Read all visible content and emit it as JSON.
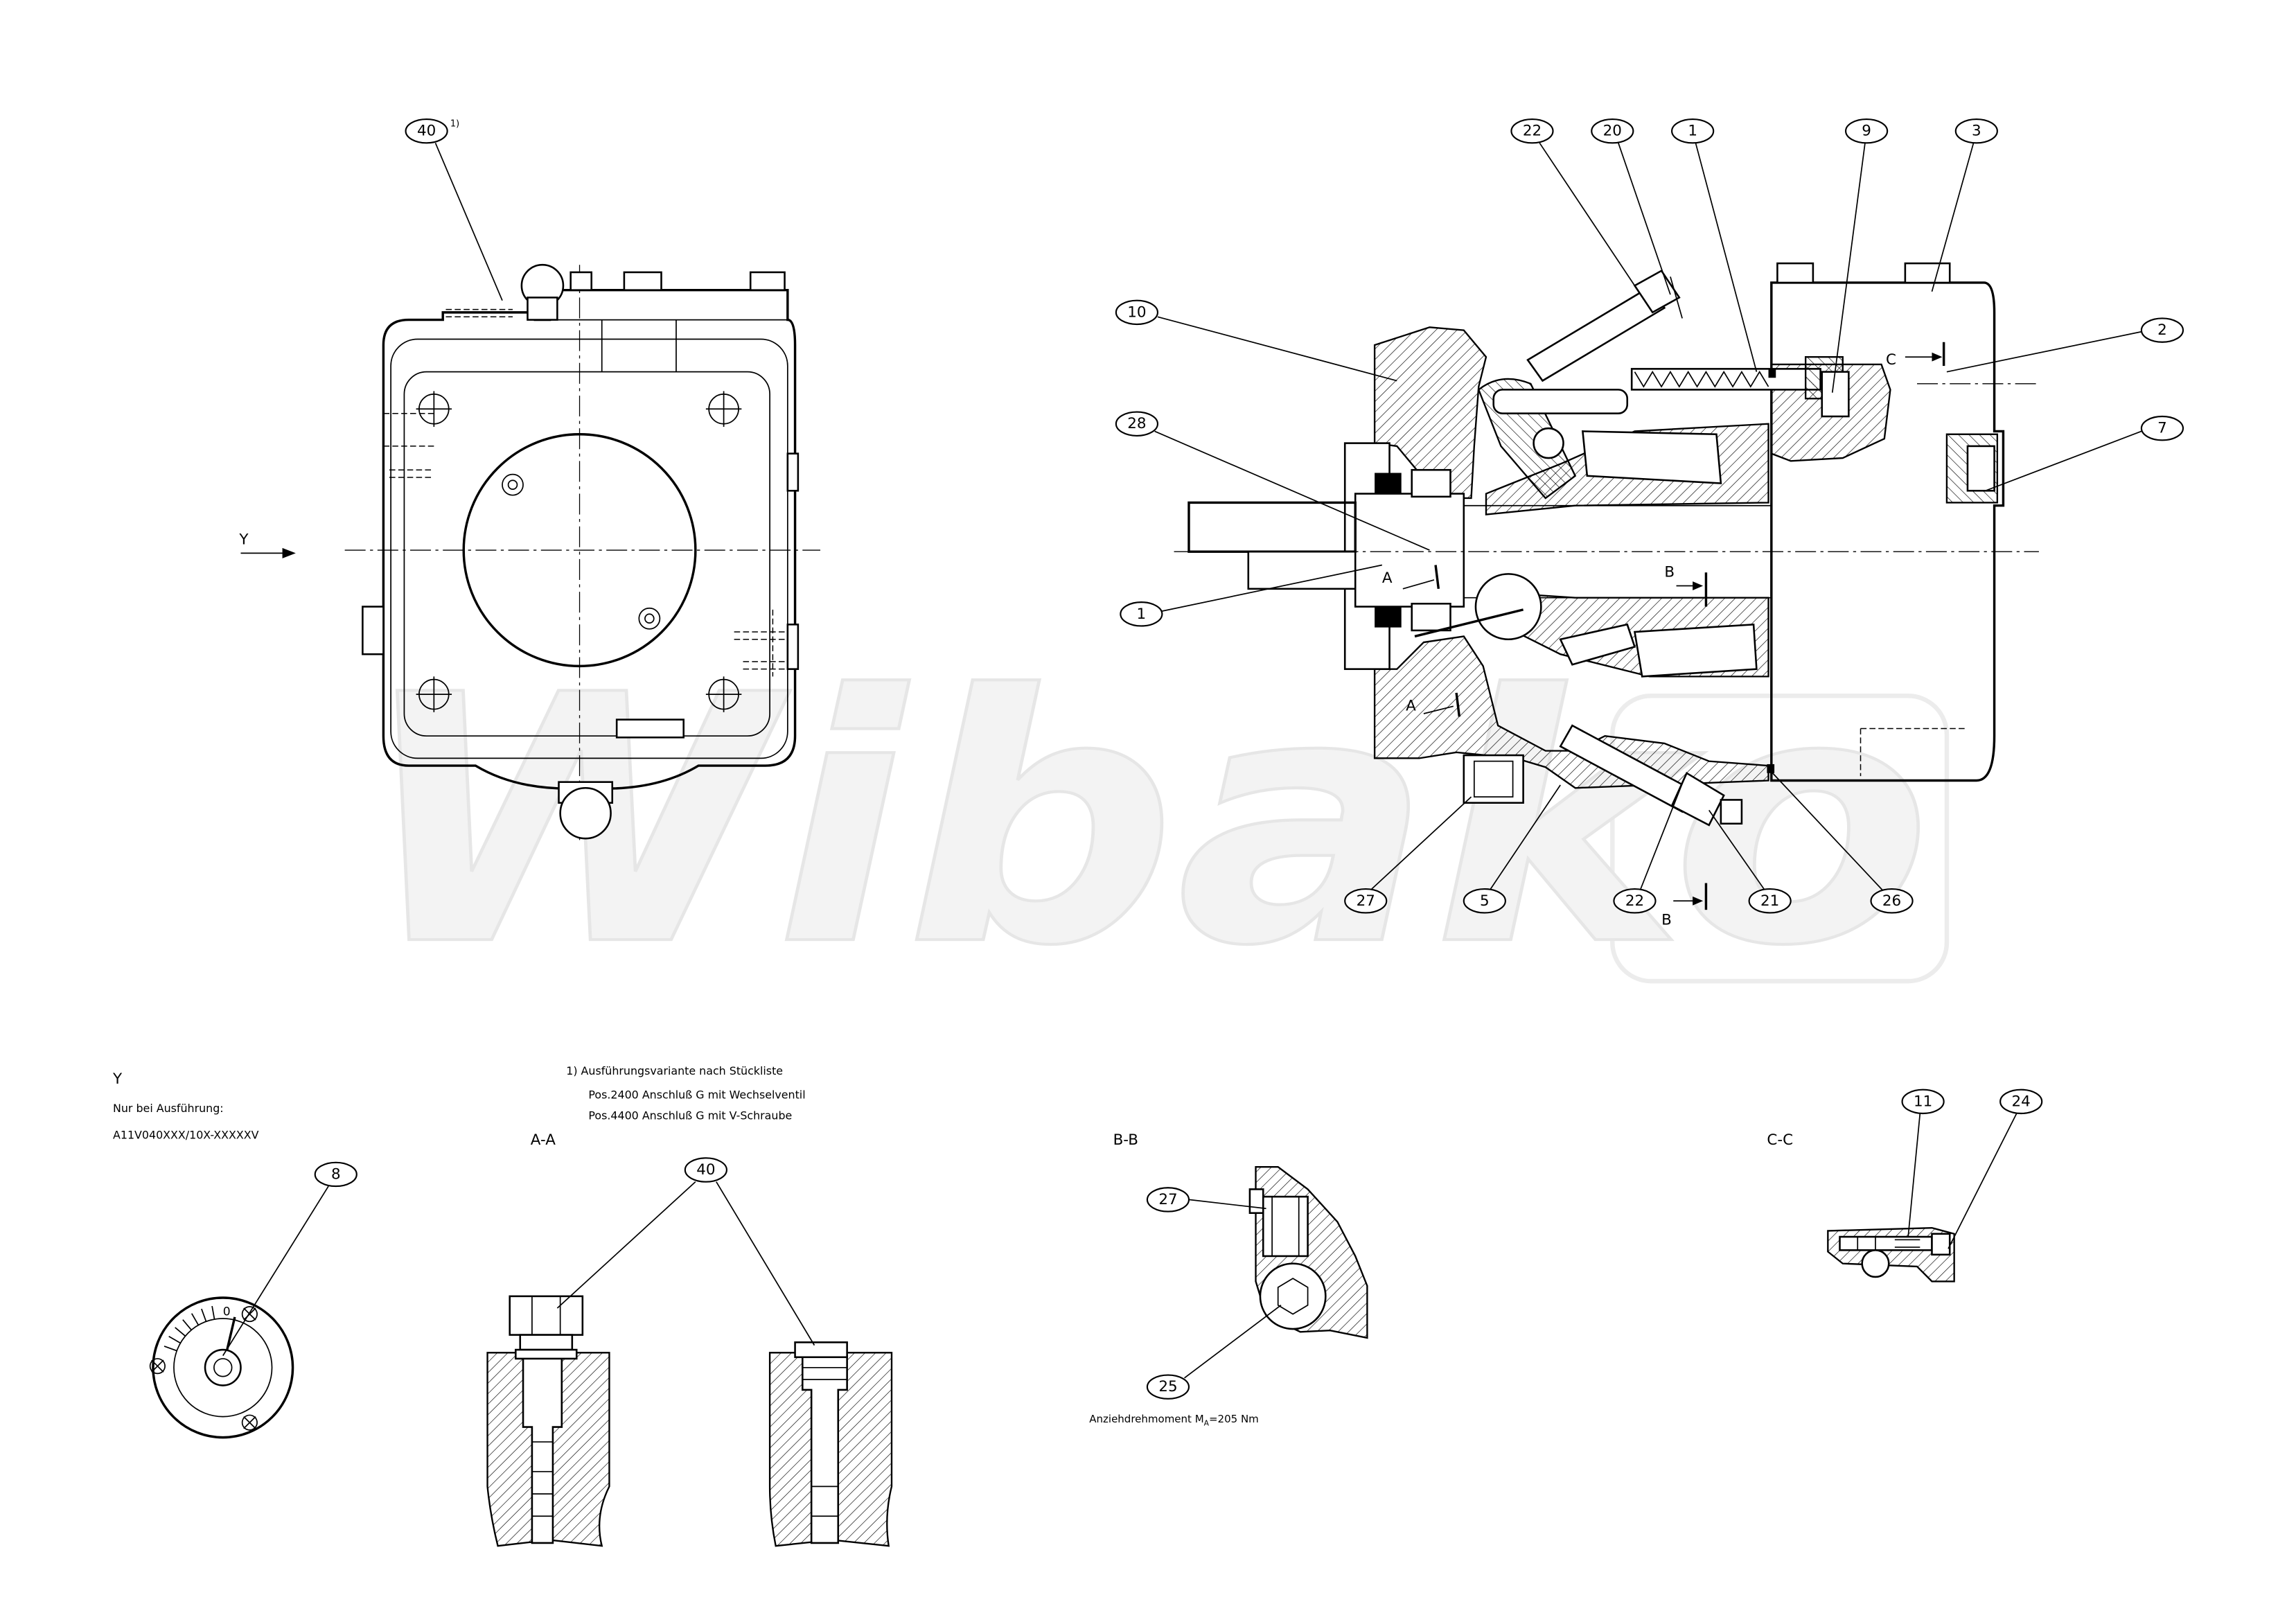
{
  "watermark": "Wibako",
  "front_view": {
    "callout": "40",
    "footnote_ref": "1)",
    "view_arrow_label": "Y"
  },
  "section_view": {
    "callouts_top": [
      "22",
      "20",
      "1",
      "9",
      "3"
    ],
    "callouts_left": [
      "10",
      "28",
      "1"
    ],
    "callouts_right": [
      "2",
      "7"
    ],
    "callouts_bottom": [
      "27",
      "5",
      "22",
      "21",
      "26"
    ],
    "cut_markers": {
      "c": "C",
      "a_upper": "A",
      "a_lower": "A",
      "b_upper": "B",
      "b_lower": "B"
    }
  },
  "view_y": {
    "title": "Y",
    "note_line1": "Nur bei Ausführung:",
    "note_line2": "A11V040XXX/10X-XXXXXV",
    "dial_mark": "0",
    "callout": "8"
  },
  "footnote": {
    "line1": "1) Ausführungsvariante nach Stückliste",
    "line2": "Pos.2400 Anschluß G mit Wechselventil",
    "line3": "Pos.4400 Anschluß G mit V-Schraube"
  },
  "section_aa": {
    "title": "A-A",
    "callout": "40"
  },
  "section_bb": {
    "title": "B-B",
    "callouts": [
      "27",
      "25"
    ],
    "torque_prefix": "Anziehdrehmoment M",
    "torque_subscript": "A",
    "torque_value": "=205 Nm"
  },
  "section_cc": {
    "title": "C-C",
    "callouts": [
      "11",
      "24"
    ]
  }
}
